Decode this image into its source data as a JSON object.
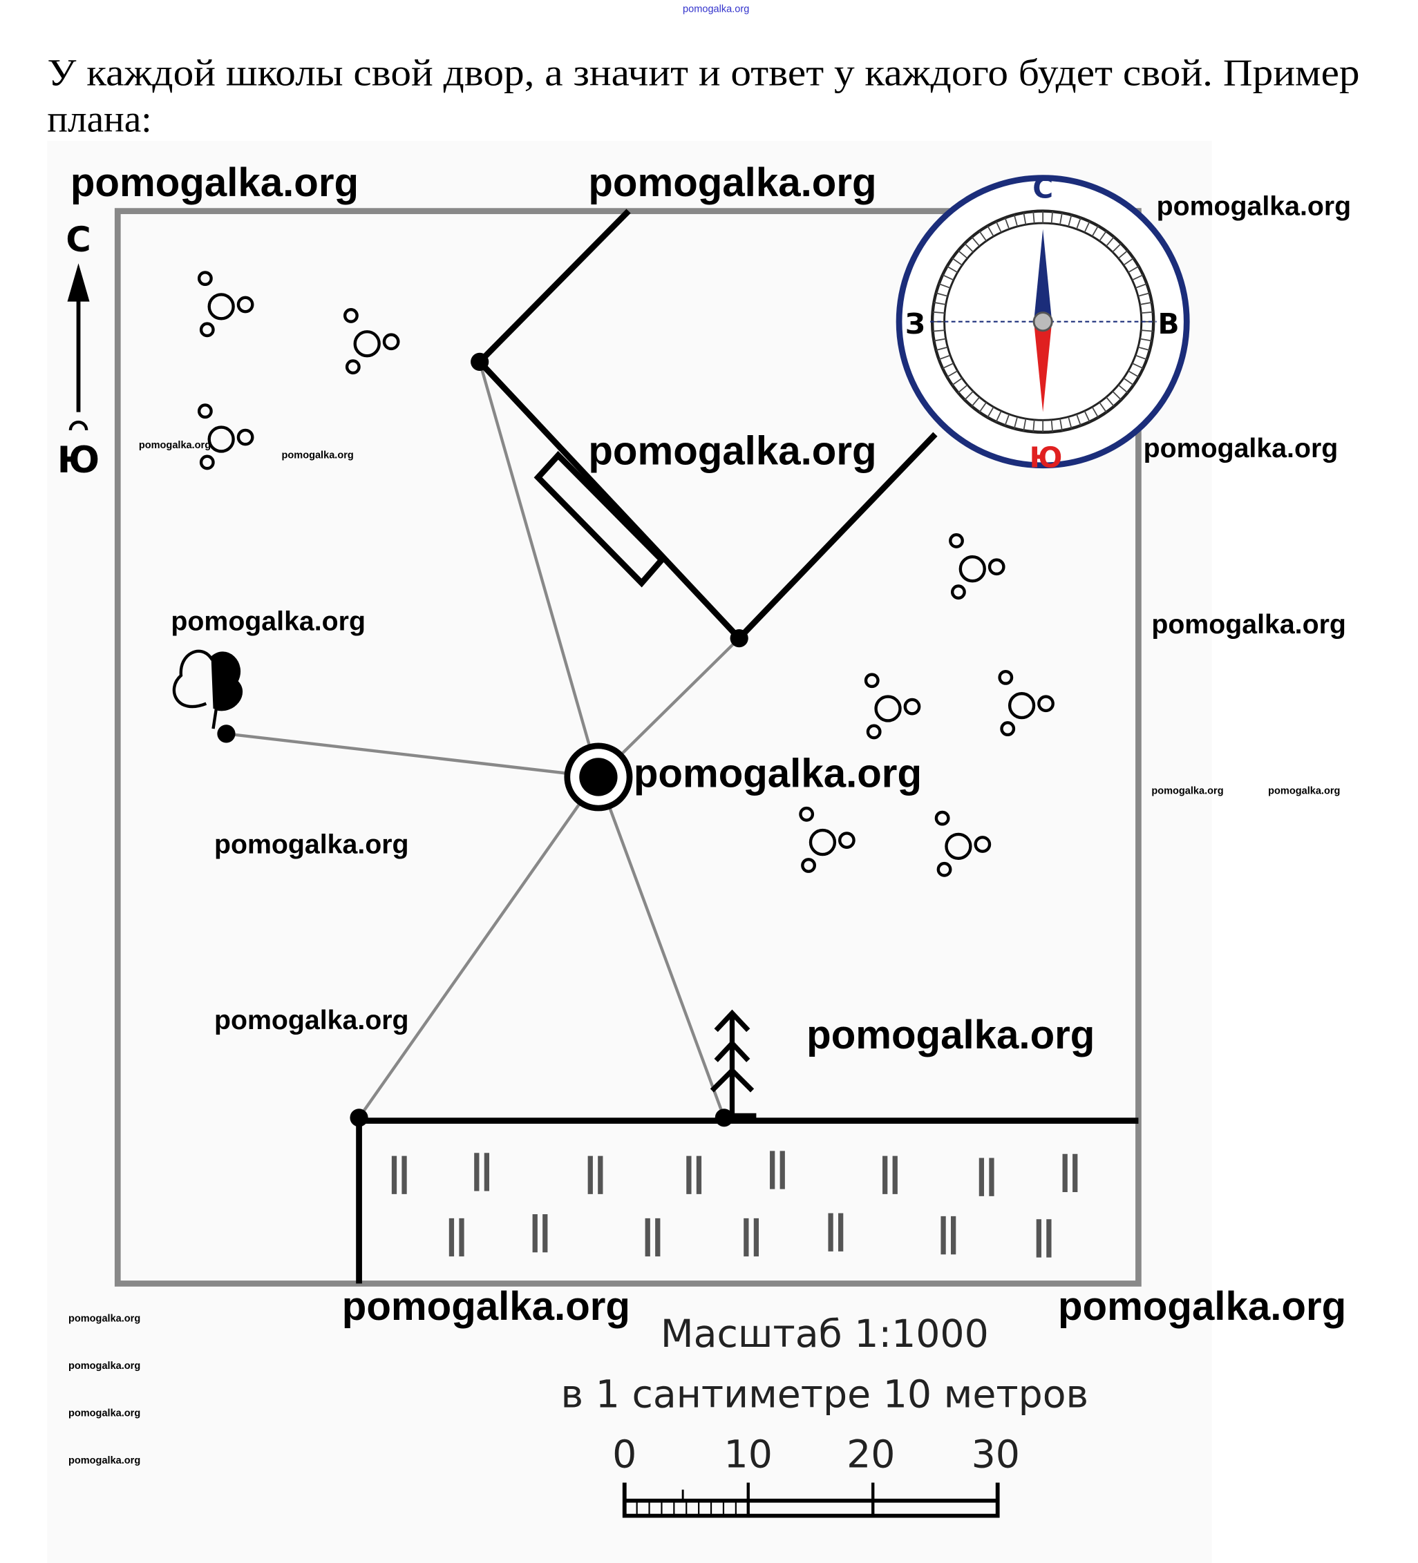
{
  "header_watermark": "pomogalka.org",
  "paragraph": {
    "line1": "У каждой школы свой двор, а значит и ответ у каждого будет свой. Пример",
    "line2": "плана:"
  },
  "watermark": "pomogalka.org",
  "north_arrow": {
    "north": "С",
    "south": "Ю"
  },
  "compass": {
    "north": "С",
    "south": "Ю",
    "west": "З",
    "east": "В",
    "colors": {
      "ring": "#1b2d7a",
      "north_needle": "#1b2d7a",
      "south_needle": "#e02020"
    }
  },
  "scale": {
    "title": "Масштаб 1:1000",
    "subtitle": "в 1 сантиметре 10 метров",
    "ticks": [
      "0",
      "10",
      "20",
      "30"
    ]
  }
}
